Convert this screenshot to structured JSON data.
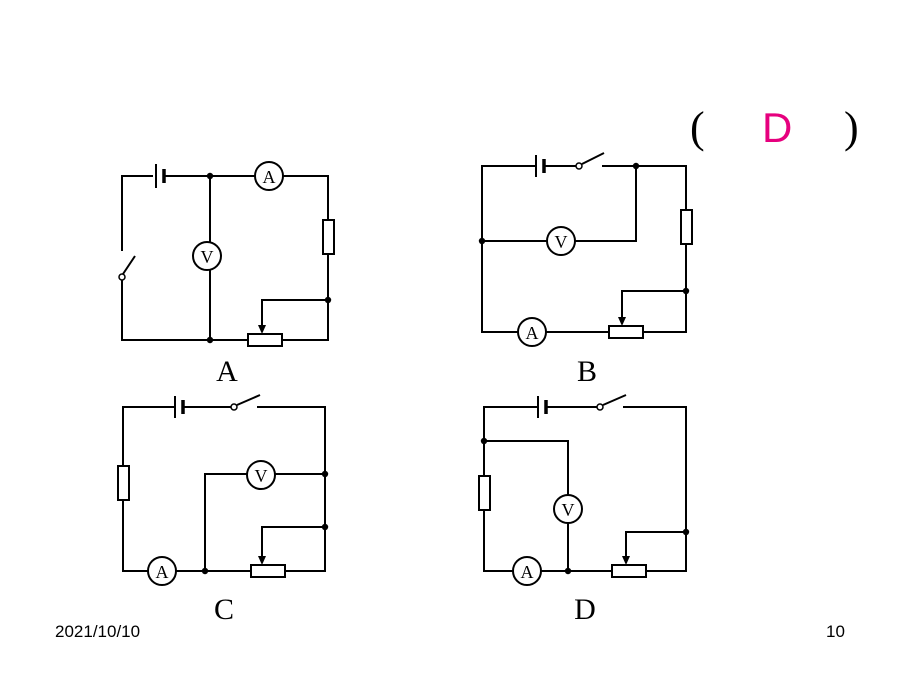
{
  "answer": {
    "open": "(",
    "letter": "D",
    "close": ")",
    "color": "#e6007e"
  },
  "circuits": {
    "a": {
      "caption": "A",
      "ammeter": "A",
      "voltmeter": "V"
    },
    "b": {
      "caption": "B",
      "ammeter": "A",
      "voltmeter": "V"
    },
    "c": {
      "caption": "C",
      "ammeter": "A",
      "voltmeter": "V"
    },
    "d": {
      "caption": "D",
      "ammeter": "A",
      "voltmeter": "V"
    }
  },
  "footer": {
    "date": "2021/10/10",
    "page": "10"
  }
}
